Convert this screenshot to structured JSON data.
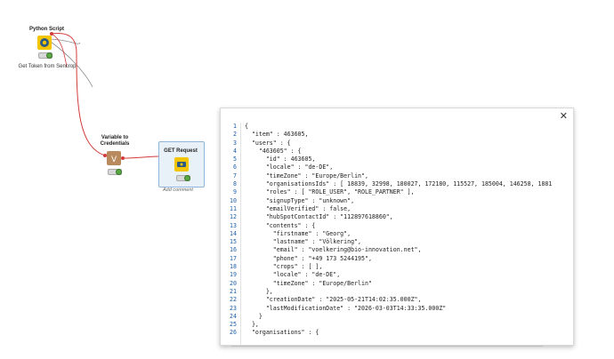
{
  "workflow": {
    "nodes": {
      "python_script": {
        "title": "Python Script",
        "label": "Get Token from Sencrop"
      },
      "variable_to_credentials": {
        "title": "Variable to Credentials"
      },
      "get_request": {
        "title": "GET Request",
        "comment": "Add comment"
      }
    }
  },
  "viewer": {
    "close_symbol": "✕",
    "lines": [
      {
        "n": "1",
        "t": "{"
      },
      {
        "n": "2",
        "t": "  \"item\" : 463605,"
      },
      {
        "n": "3",
        "t": "  \"users\" : {"
      },
      {
        "n": "4",
        "t": "    \"463605\" : {"
      },
      {
        "n": "5",
        "t": "      \"id\" : 463605,"
      },
      {
        "n": "6",
        "t": "      \"locale\" : \"de-DE\","
      },
      {
        "n": "7",
        "t": "      \"timeZone\" : \"Europe/Berlin\","
      },
      {
        "n": "8",
        "t": "      \"organisationsIds\" : [ 18839, 32998, 180027, 172180, 115527, 185004, 146258, 1881"
      },
      {
        "n": "9",
        "t": "      \"roles\" : [ \"ROLE_USER\", \"ROLE_PARTNER\" ],"
      },
      {
        "n": "10",
        "t": "      \"signupType\" : \"unknown\","
      },
      {
        "n": "11",
        "t": "      \"emailVerified\" : false,"
      },
      {
        "n": "12",
        "t": "      \"hubSpotContactId\" : \"112897618860\","
      },
      {
        "n": "13",
        "t": "      \"contents\" : {"
      },
      {
        "n": "14",
        "t": "        \"firstname\" : \"Georg\","
      },
      {
        "n": "15",
        "t": "        \"lastname\" : \"Völkering\","
      },
      {
        "n": "16",
        "t": "        \"email\" : \"voelkering@bio-innovation.net\","
      },
      {
        "n": "17",
        "t": "        \"phone\" : \"+49 173 5244195\","
      },
      {
        "n": "18",
        "t": "        \"crops\" : [ ],"
      },
      {
        "n": "19",
        "t": "        \"locale\" : \"de-DE\","
      },
      {
        "n": "20",
        "t": "        \"timeZone\" : \"Europe/Berlin\""
      },
      {
        "n": "21",
        "t": "      },"
      },
      {
        "n": "22",
        "t": "      \"creationDate\" : \"2025-05-21T14:02:35.000Z\","
      },
      {
        "n": "23",
        "t": "      \"lastModificationDate\" : \"2026-03-03T14:33:35.000Z\""
      },
      {
        "n": "24",
        "t": "    }"
      },
      {
        "n": "25",
        "t": "  },"
      },
      {
        "n": "26",
        "t": "  \"organisations\" : {"
      }
    ]
  },
  "colors": {
    "wire": "#d33b3b",
    "wire_gray": "#777777",
    "line_number": "#1f5fa8",
    "node_yellow": "#f3c500",
    "node_brown": "#b98a5e"
  }
}
